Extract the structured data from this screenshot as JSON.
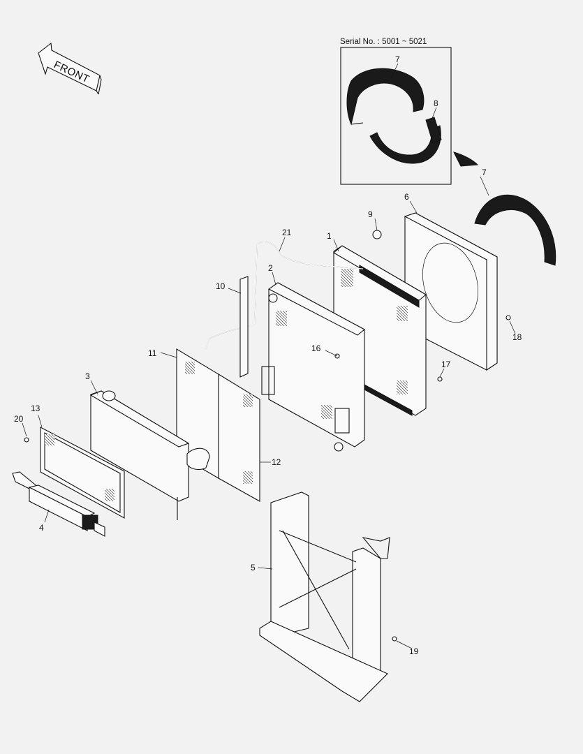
{
  "diagram": {
    "inset_title": "Serial No. : 5001 ~ 5021",
    "front_label": "FRONT",
    "callouts": [
      {
        "id": "c1",
        "text": "1"
      },
      {
        "id": "c2",
        "text": "2"
      },
      {
        "id": "c3",
        "text": "3"
      },
      {
        "id": "c4",
        "text": "4"
      },
      {
        "id": "c5",
        "text": "5"
      },
      {
        "id": "c6",
        "text": "6"
      },
      {
        "id": "c7a",
        "text": "7"
      },
      {
        "id": "c7b",
        "text": "7"
      },
      {
        "id": "c8",
        "text": "8"
      },
      {
        "id": "c9",
        "text": "9"
      },
      {
        "id": "c10",
        "text": "10"
      },
      {
        "id": "c11",
        "text": "11"
      },
      {
        "id": "c12",
        "text": "12"
      },
      {
        "id": "c13",
        "text": "13"
      },
      {
        "id": "c16",
        "text": "16"
      },
      {
        "id": "c17",
        "text": "17"
      },
      {
        "id": "c18",
        "text": "18"
      },
      {
        "id": "c19",
        "text": "19"
      },
      {
        "id": "c20",
        "text": "20"
      },
      {
        "id": "c21",
        "text": "21"
      }
    ]
  }
}
